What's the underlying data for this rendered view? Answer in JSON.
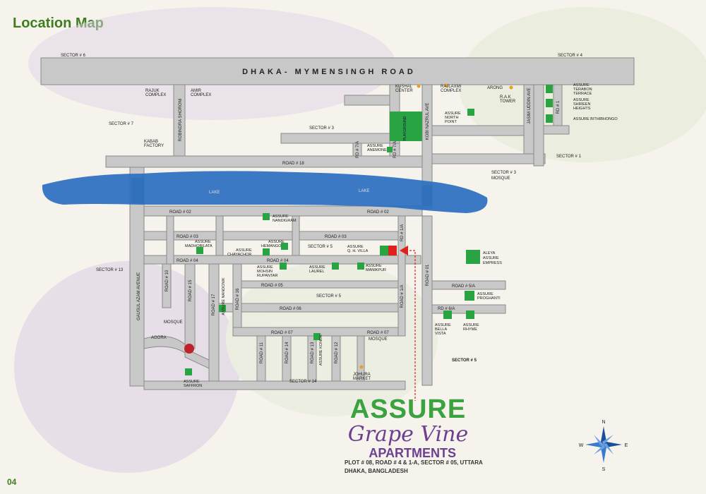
{
  "page": {
    "title": "Location Map",
    "page_number": "04"
  },
  "roads": {
    "main": "DHAKA- MYMENSINGH ROAD",
    "road_18": "ROAD # 18",
    "road_02a": "ROAD # 02",
    "road_02b": "ROAD # 02",
    "road_03a": "ROAD # 03",
    "road_03b": "ROAD # 03",
    "road_04a": "ROAD # 04",
    "road_04b": "ROAD # 04",
    "road_05": "ROAD # 05",
    "road_06": "ROAD # 06",
    "road_07a": "ROAD # 07",
    "road_07b": "ROAD # 07",
    "road_5a": "ROAD # 5/A",
    "road_6a": "RD # 6/A",
    "rd_7a": "RD # 7/A",
    "rd_7b": "RD # 7/A",
    "rd_1": "RD # 1",
    "road_1a_top": "RD # 1/A",
    "road_1a_bottom": "ROAD # 1/A",
    "road_01": "ROAD # 01",
    "road_10": "ROAD # 10",
    "road_15": "ROAD # 15",
    "road_16": "ROAD # 16",
    "road_17": "ROAD # 17",
    "road_11": "ROAD # 11",
    "road_14": "ROAD # 14",
    "road_13": "ROAD # 13",
    "road_12": "ROAD # 12",
    "robindra": "ROBINDRA SHORONI",
    "gausul": "GAUSUL AZAM AVENUE",
    "kobi": "KOBI NAZRUL AVE",
    "jasim": "JASIM UDDIN AVE",
    "lake1": "LAKE",
    "lake2": "LAKE"
  },
  "sectors": {
    "s6": "SECTOR # 6",
    "s4": "SECTOR # 4",
    "s7": "SECTOR # 7",
    "s3": "SECTOR # 3",
    "s1": "SECTOR # 1",
    "s3m": "SECTOR # 3",
    "s13": "SECTOR # 13",
    "s5a": "SECTOR # 5",
    "s5b": "SECTOR # 5",
    "s5c": "SECTOR # 5",
    "s14": "SECTOR # 14"
  },
  "places": {
    "rajuk1": "RAJUK",
    "rajuk2": "COMPLEX",
    "amir1": "AMIR",
    "amir2": "COMPLEX",
    "kabab1": "KABAB",
    "kabab2": "FACTORY",
    "kushal1": "KUSHAL",
    "kushal2": "CENTER",
    "rajlaxmi1": "RAJLAXMI",
    "rajlaxmi2": "COMPLEX",
    "arong": "ARONG",
    "rak1": "R.A.K",
    "rak2": "TOWER",
    "playground": "PLAYGROUND",
    "mosque_s3": "MOSQUE",
    "mosque_left": "MOSQUE",
    "mosque_s5": "MOSQUE",
    "agora": "AGORA",
    "johura1": "JOHURA",
    "johura2": "MARKET"
  },
  "projects": {
    "terabon1": "ASSURE",
    "terabon2": "TERABON",
    "terabon3": "TERRACE",
    "shireen1": "ASSURE",
    "shireen2": "SHIREEN",
    "shireen3": "HEIGHTS",
    "bithi": "ASSURE BITHIBHONGO",
    "north1": "ASSURE",
    "north2": "NORTH",
    "north3": "POINT",
    "anemone1": "ASSURE",
    "anemone2": "ANEMONE",
    "nandigram1": "ASSURE",
    "nandigram2": "NANDIGRAM",
    "madhobi1": "ASSURE",
    "madhobi2": "MADHOBILATA",
    "chaya1": "ASSURE",
    "chaya2": "CHAYACHOR",
    "hemanto1": "ASSURE",
    "hemanto2": "HEMANGO",
    "qh1": "ASSURE",
    "qh2": "Q. H. VILLA",
    "mohsin1": "ASSURE",
    "mohsin2": "MOHSIN",
    "mohsin3": "RUPANTAR",
    "laurel1": "ASSURE",
    "laurel2": "LAUREL",
    "manikpur1": "ASSURE",
    "manikpur2": "MANIKPUR",
    "aleya1": "ALEYA",
    "aleya2": "ASSURE",
    "aleya3": "EMPRESS",
    "proghanti1": "ASSURE",
    "proghanti2": "PROGHANTI",
    "bella1": "ASSURE",
    "bella2": "BELLA",
    "bella3": "VISTA",
    "rhyme1": "ASSURE",
    "rhyme2": "RHYME",
    "nandonik": "ASSURE NANDONIK",
    "konok": "ASSURE KONOK",
    "saffron1": "ASSURE",
    "saffron2": "SAFFRON"
  },
  "compass": {
    "n": "N",
    "e": "E",
    "s": "S",
    "w": "W"
  },
  "brand": {
    "name": "ASSURE",
    "line2": "Grape Vine",
    "line3": "APARTMENTS",
    "addr1": "PLOT # 08, ROAD # 4 & 1-A, SECTOR # 05, UTTARA",
    "addr2": "DHAKA, BANGLADESH"
  },
  "colors": {
    "road": "#c8c8c8",
    "road_edge": "#8a8a8a",
    "lake": "#2a6fc0",
    "project": "#2aa343",
    "target": "#e02020",
    "poi": "#e8a020",
    "title": "#3f7d1f",
    "brand_green": "#3aa33f",
    "brand_purple": "#6c3f8f"
  },
  "icons": {
    "target_arrow": "red-triangle-icon",
    "mosque_marker": "red-circle-icon",
    "poi_marker": "orange-dot-icon",
    "compass": "compass-rose-icon"
  }
}
